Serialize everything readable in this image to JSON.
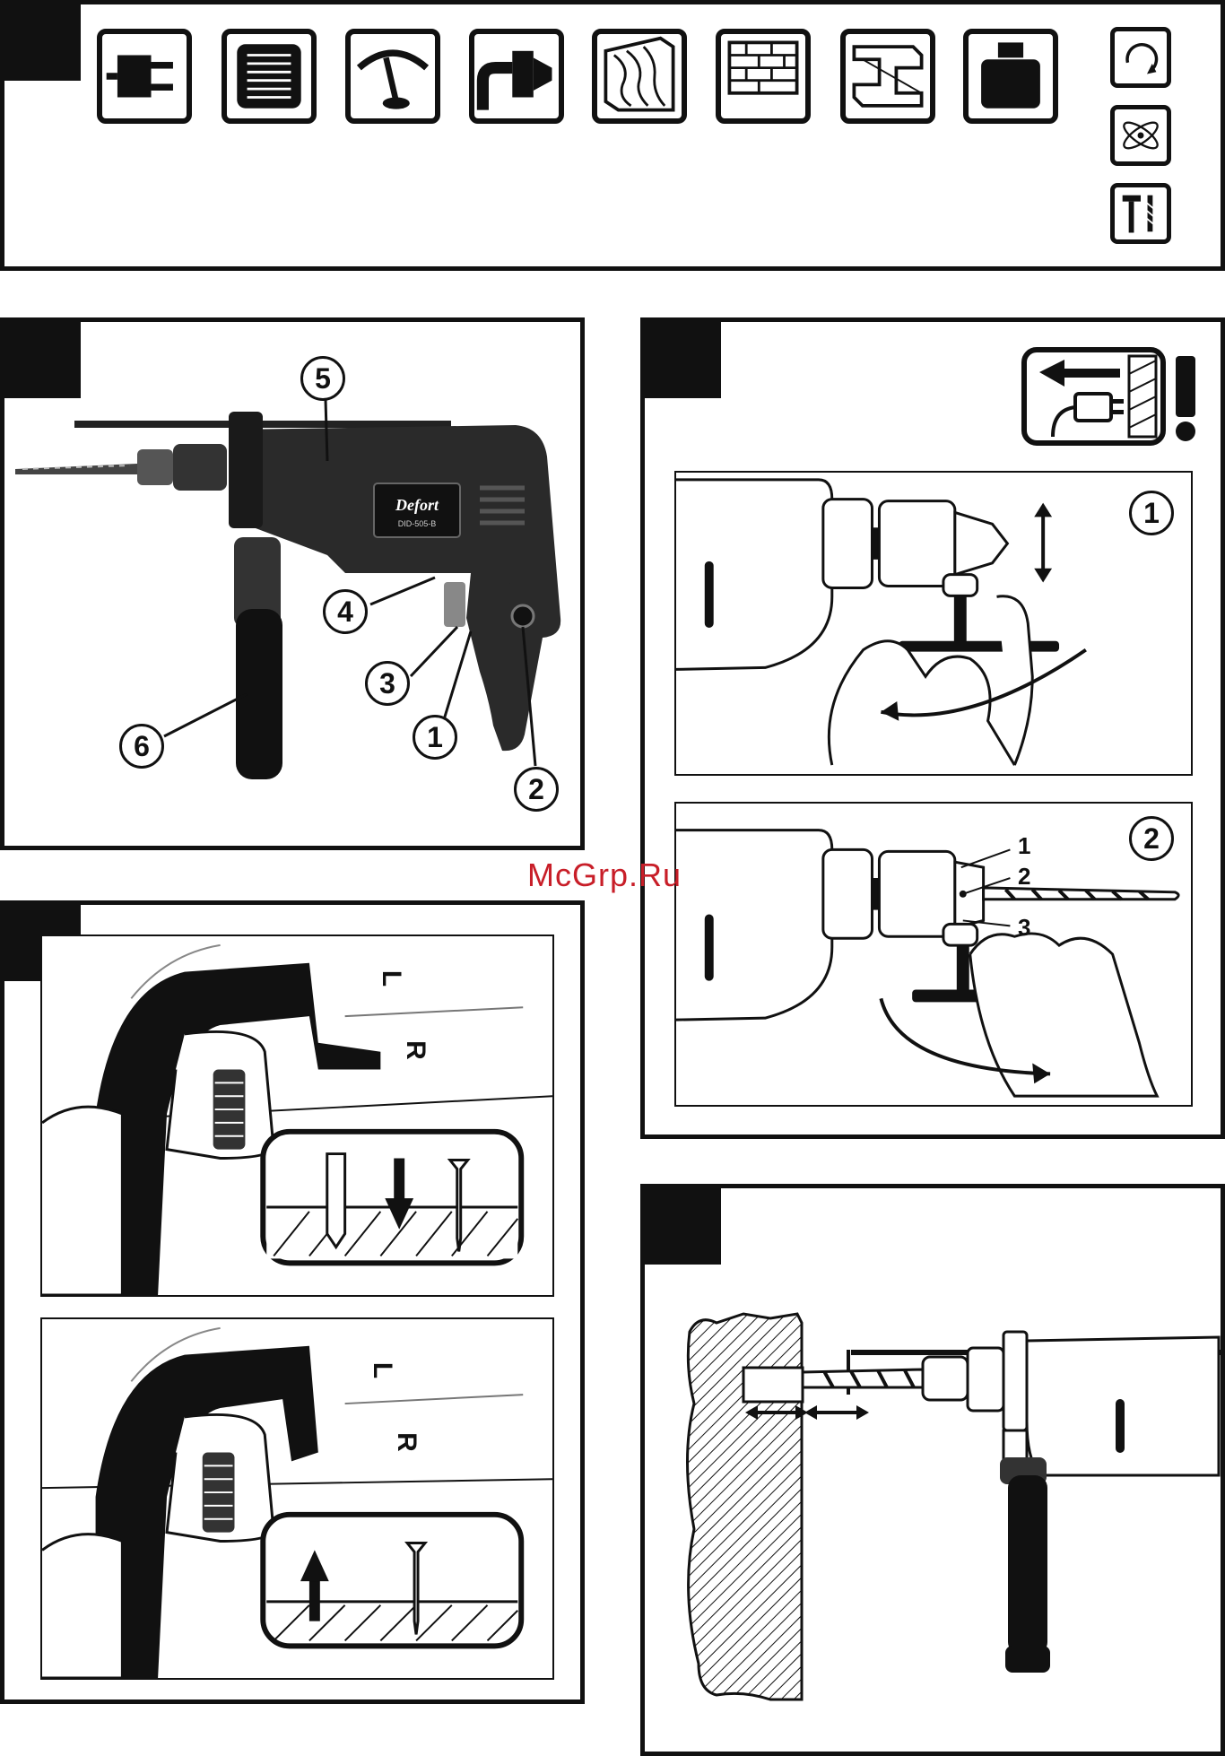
{
  "watermark": "McGrp.Ru",
  "icons": [
    {
      "name": "plug-icon"
    },
    {
      "name": "motor-icon"
    },
    {
      "name": "gauge-icon"
    },
    {
      "name": "chuck-icon"
    },
    {
      "name": "wood-icon"
    },
    {
      "name": "brick-icon"
    },
    {
      "name": "steel-beam-icon"
    },
    {
      "name": "weight-icon"
    }
  ],
  "side_icons": [
    {
      "name": "rotation-icon"
    },
    {
      "name": "vibration-icon"
    },
    {
      "name": "hammer-drill-icon"
    }
  ],
  "drill_figure": {
    "brand": "Defort",
    "model": "DID-505-B",
    "callouts": [
      "5",
      "4",
      "3",
      "1",
      "2",
      "6"
    ]
  },
  "chuck_figure": {
    "steps": [
      "1",
      "2"
    ],
    "parts": [
      "1",
      "2",
      "3"
    ]
  },
  "direction_figure": {
    "left_label": "L",
    "right_label": "R"
  }
}
